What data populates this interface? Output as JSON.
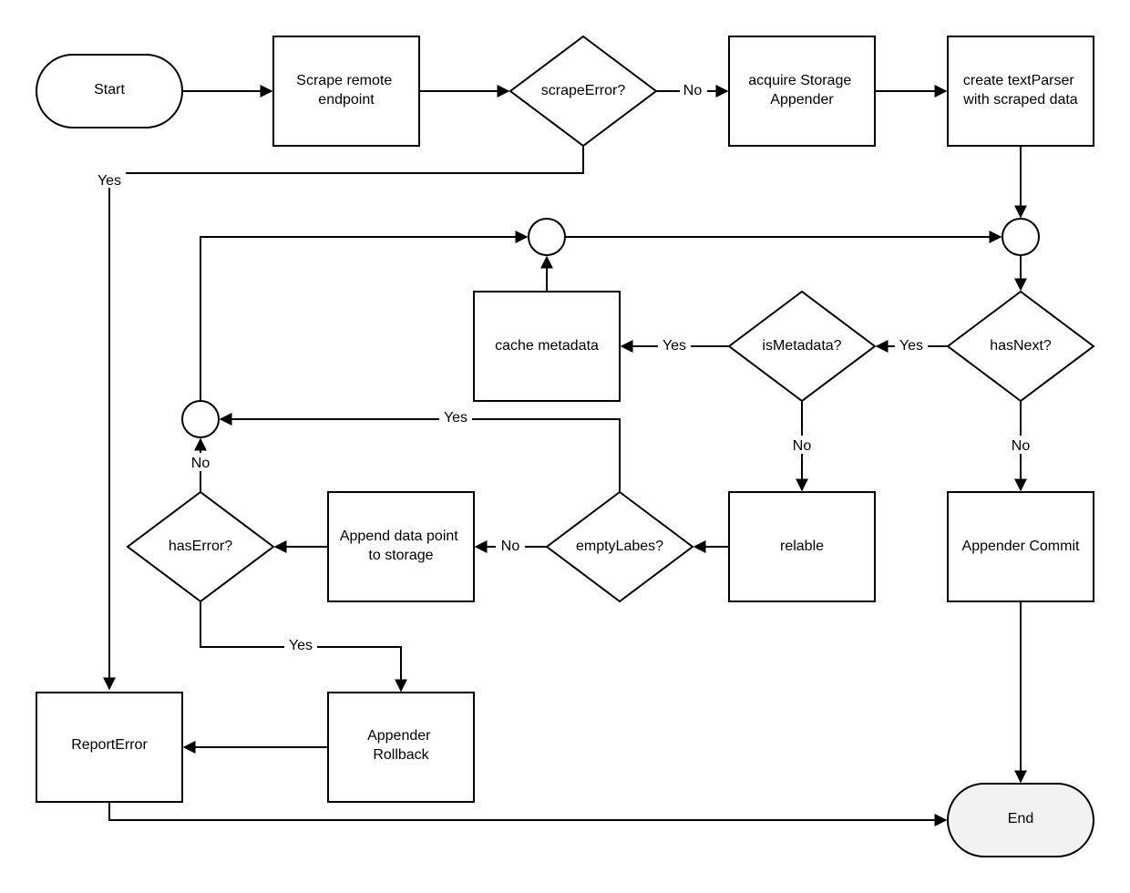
{
  "nodes": {
    "start": "Start",
    "scrape": [
      "Scrape remote",
      "endpoint"
    ],
    "scrape_error": "scrapeError?",
    "acquire": [
      "acquire Storage",
      "Appender"
    ],
    "create_parser": [
      "create textParser",
      "with scraped data"
    ],
    "has_next": "hasNext?",
    "is_metadata": "isMetadata?",
    "cache_metadata": "cache metadata",
    "relable": "relable",
    "empty_labels": "emptyLabes?",
    "append": [
      "Append data point",
      "to storage"
    ],
    "has_error": "hasError?",
    "appender_commit": "Appender Commit",
    "appender_rollback": [
      "Appender",
      "Rollback"
    ],
    "report_error": "ReportError",
    "end": "End"
  },
  "edges": {
    "scrape_error_no": "No",
    "scrape_error_yes": "Yes",
    "has_next_yes": "Yes",
    "has_next_no": "No",
    "is_metadata_yes": "Yes",
    "is_metadata_no": "No",
    "empty_labels_yes": "Yes",
    "empty_labels_no": "No",
    "has_error_no": "No",
    "has_error_yes": "Yes"
  },
  "colors": {
    "stroke": "#000000",
    "fill": "#ffffff",
    "end_fill": "#f2f2f2"
  }
}
